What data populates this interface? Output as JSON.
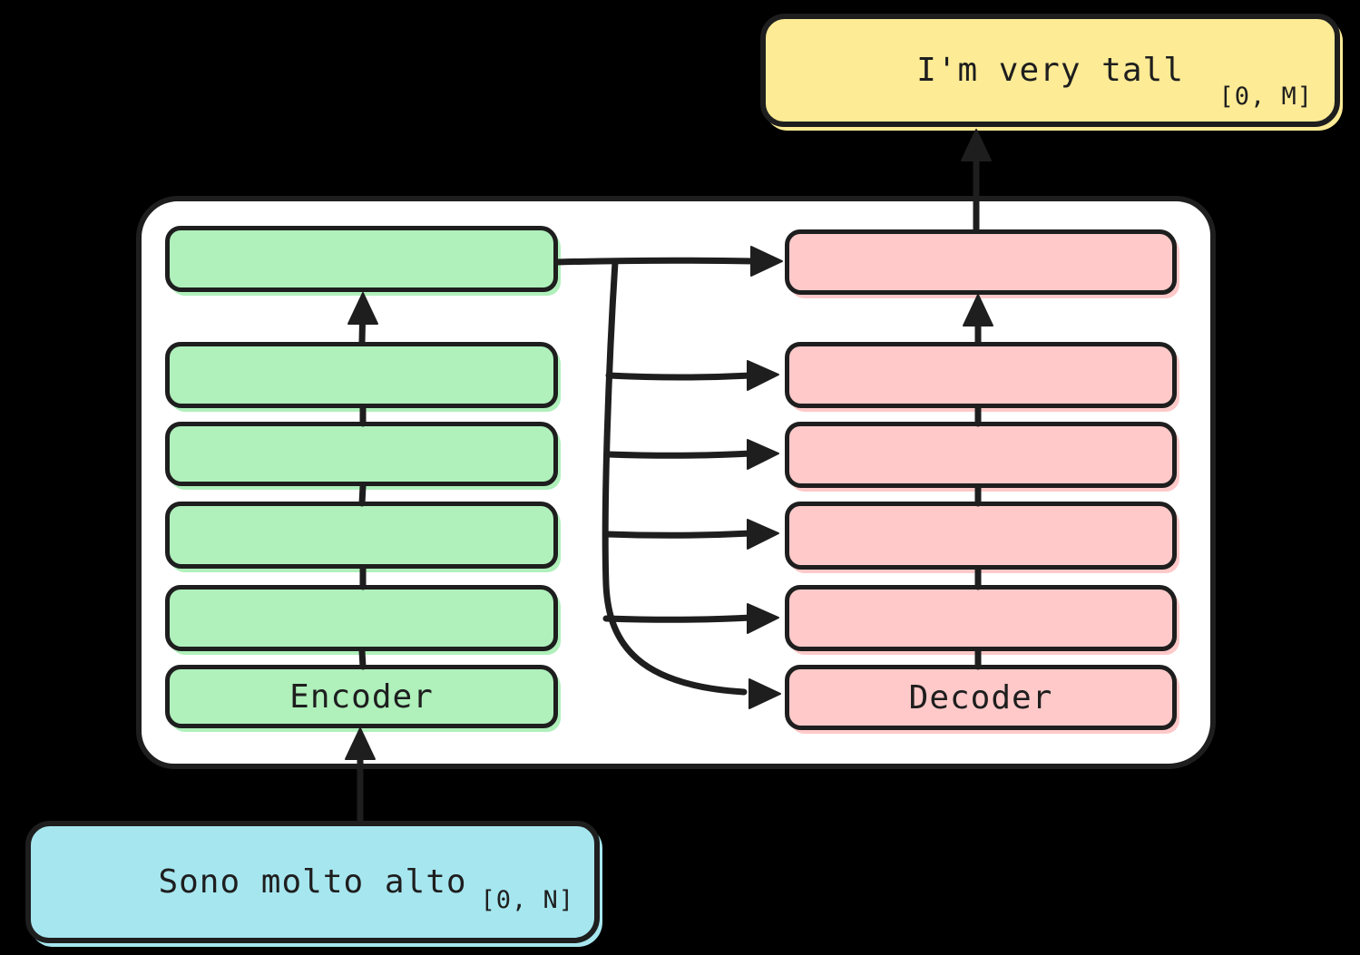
{
  "colors": {
    "background": "#000000",
    "panel": "#ffffff",
    "ink": "#1e1e1e",
    "encoder": "#aff0bb",
    "decoder": "#ffc9c9",
    "output": "#fdeb95",
    "input": "#a6e6ef"
  },
  "encoder_stack": {
    "boxes": [
      {
        "label": ""
      },
      {
        "label": ""
      },
      {
        "label": ""
      },
      {
        "label": ""
      },
      {
        "label": ""
      },
      {
        "label": "Encoder"
      }
    ]
  },
  "decoder_stack": {
    "boxes": [
      {
        "label": ""
      },
      {
        "label": ""
      },
      {
        "label": ""
      },
      {
        "label": ""
      },
      {
        "label": ""
      },
      {
        "label": "Decoder"
      }
    ]
  },
  "output_box": {
    "text": "I'm very tall",
    "range_label": "[0, M]"
  },
  "input_box": {
    "text": "Sono molto alto",
    "range_label": "[0, N]"
  }
}
